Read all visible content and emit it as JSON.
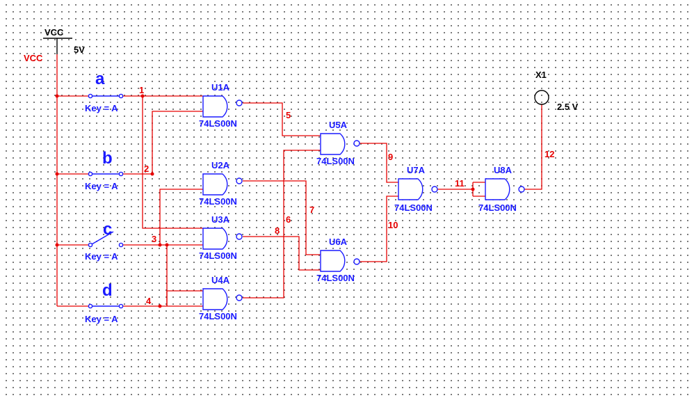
{
  "power": {
    "label": "VCC",
    "voltage": "5V",
    "net_label": "VCC"
  },
  "switches": [
    {
      "name": "a",
      "key": "Key = A",
      "state": "closed"
    },
    {
      "name": "b",
      "key": "Key = A",
      "state": "closed"
    },
    {
      "name": "c",
      "key": "Key = A",
      "state": "open"
    },
    {
      "name": "d",
      "key": "Key = A",
      "state": "closed"
    }
  ],
  "gates": [
    {
      "ref": "U1A",
      "part": "74LS00N"
    },
    {
      "ref": "U2A",
      "part": "74LS00N"
    },
    {
      "ref": "U3A",
      "part": "74LS00N"
    },
    {
      "ref": "U4A",
      "part": "74LS00N"
    },
    {
      "ref": "U5A",
      "part": "74LS00N"
    },
    {
      "ref": "U6A",
      "part": "74LS00N"
    },
    {
      "ref": "U7A",
      "part": "74LS00N"
    },
    {
      "ref": "U8A",
      "part": "74LS00N"
    }
  ],
  "nets": [
    "1",
    "2",
    "3",
    "4",
    "5",
    "6",
    "7",
    "8",
    "9",
    "10",
    "11",
    "12"
  ],
  "probe": {
    "ref": "X1",
    "voltage": "2.5 V"
  },
  "colors": {
    "wire": "#e60000",
    "component": "#1a1aff",
    "grid_dot": "#555555"
  }
}
